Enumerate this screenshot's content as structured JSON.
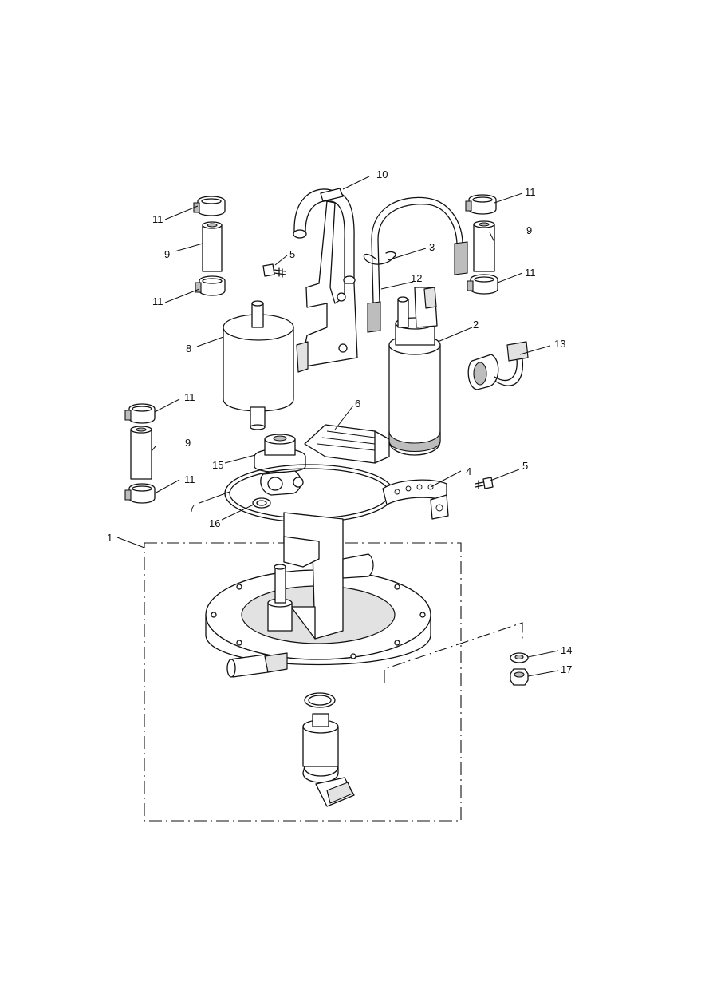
{
  "callouts": {
    "c1": "1",
    "c2": "2",
    "c3": "3",
    "c4": "4",
    "c5a": "5",
    "c5b": "5",
    "c6": "6",
    "c7": "7",
    "c8": "8",
    "c9a": "9",
    "c9b": "9",
    "c9c": "9",
    "c10": "10",
    "c11a": "11",
    "c11b": "11",
    "c11c": "11",
    "c11d": "11",
    "c11e": "11",
    "c11f": "11",
    "c12": "12",
    "c13": "13",
    "c14": "14",
    "c15": "15",
    "c16": "16",
    "c17": "17"
  }
}
